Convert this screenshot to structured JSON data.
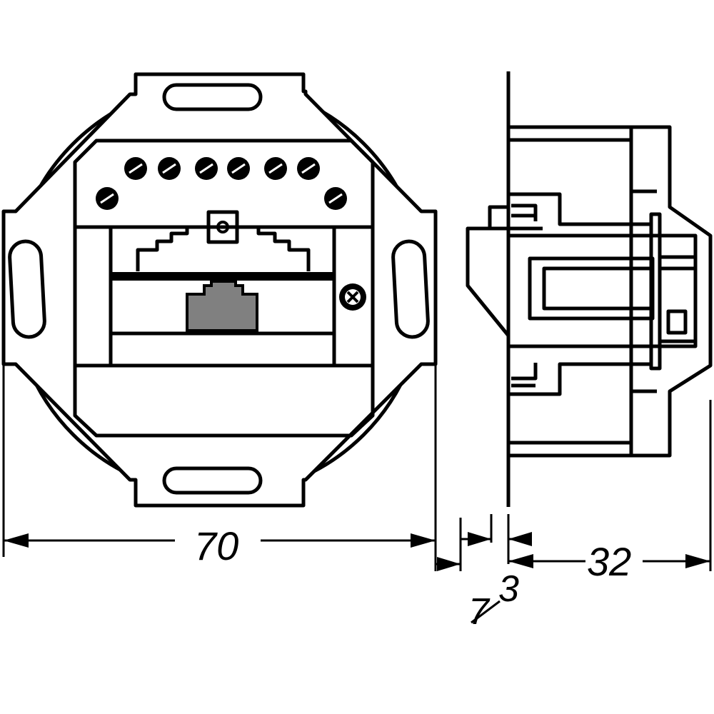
{
  "dimensions": {
    "width": "70",
    "offset_outer": "7",
    "offset_inner": "3",
    "depth": "32"
  },
  "colors": {
    "line": "#000000",
    "background": "#ffffff",
    "jack_fill": "#808080"
  }
}
